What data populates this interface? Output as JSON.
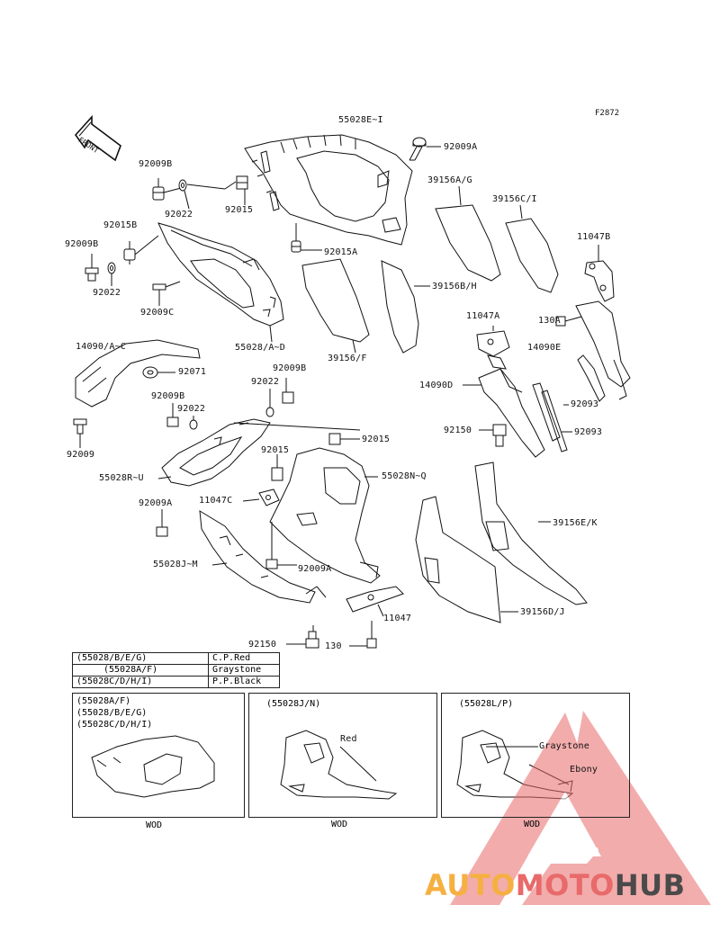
{
  "figure_id": "F2872",
  "front_arrow": "FRONT",
  "callouts": {
    "c_55028EI": "55028E~I",
    "c_92009A_top": "92009A",
    "c_92009B_1": "92009B",
    "c_92022_1": "92022",
    "c_92015_1": "92015",
    "c_92015B": "92015B",
    "c_92009B_2": "92009B",
    "c_92022_2": "92022",
    "c_92009C": "92009C",
    "c_92015A": "92015A",
    "c_55028AD": "55028/A~D",
    "c_39156AG": "39156A/G",
    "c_39156CI": "39156C/I",
    "c_39156BH": "39156B/H",
    "c_39156F": "39156/F",
    "c_11047B": "11047B",
    "c_130A": "130A",
    "c_11047A": "11047A",
    "c_14090E": "14090E",
    "c_14090D": "14090D",
    "c_92093_1": "92093",
    "c_92093_2": "92093",
    "c_92150_1": "92150",
    "c_14090AC": "14090/A~C",
    "c_92071": "92071",
    "c_92009B_3": "92009B",
    "c_92022_3": "92022",
    "c_92009B_4": "92009B",
    "c_92022_4": "92022",
    "c_92009": "92009",
    "c_92015_2": "92015",
    "c_92015_3": "92015",
    "c_55028RU": "55028R~U",
    "c_55028NQ": "55028N~Q",
    "c_11047C": "11047C",
    "c_92009A_2": "92009A",
    "c_39156EK": "39156E/K",
    "c_55028JM": "55028J~M",
    "c_92009A_3": "92009A",
    "c_11047": "11047",
    "c_39156DJ": "39156D/J",
    "c_92150_2": "92150",
    "c_130": "130"
  },
  "color_table": [
    {
      "code": "(55028/B/E/G)",
      "color": "C.P.Red"
    },
    {
      "code": "(55028A/F)",
      "color": "Graystone"
    },
    {
      "code": "(55028C/D/H/I)",
      "color": "P.P.Black"
    }
  ],
  "variants": [
    {
      "title": "(55028A/F)\n(55028/B/E/G)\n(55028C/D/H/I)",
      "note": "WOD"
    },
    {
      "title": "(55028J/N)",
      "note": "WOD",
      "color_label": "Red"
    },
    {
      "title": "(55028L/P)",
      "note": "WOD",
      "color_label_1": "Graystone",
      "color_label_2": "Ebony"
    }
  ],
  "watermark": {
    "brand_part1": "AUTO",
    "brand_part2": "MOTO",
    "brand_part3": "HUB",
    "color_1": "#f5b041",
    "color_2": "#e86a6a",
    "color_3": "#4a4a4a"
  }
}
